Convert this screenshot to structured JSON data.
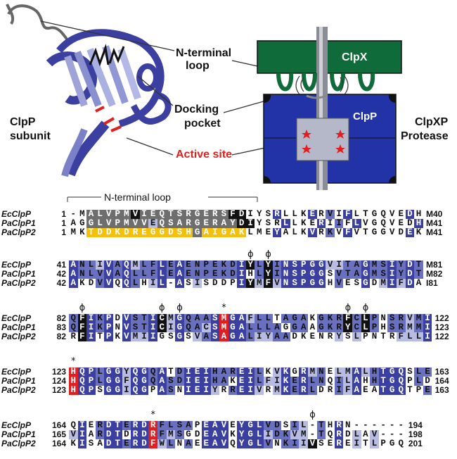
{
  "labels": {
    "nterm_loop": "N-terminal\nloop",
    "clpx": "ClpX",
    "clpp": "ClpP",
    "docking": "Docking\npocket",
    "clpp_subunit": "ClpP\nsubunit",
    "clpxp": "ClpXP\nProtease",
    "active_site": "Active site",
    "nterm_bracket": "N-terminal loop"
  },
  "colors": {
    "protein_blue": "#3a3fa0",
    "clpx_green": "#0f6b3a",
    "clpp_blue": "#2233a8",
    "red_accent": "#e02020",
    "dark_res": "#111111",
    "mid_blue": "#6a70c0",
    "light_blue": "#b8bce2",
    "yellow_res": "#f4c00a",
    "gray_dark": "#6e6e6e",
    "gray_light": "#c8c8c8"
  },
  "alignment": {
    "blocks": [
      {
        "rows": [
          {
            "name": "EcClpP",
            "start": "1",
            "seq": "-MALVPMVIEQTSRGERSFDIYSRLLKERVIFLTGQVEDH",
            "end": "M40",
            "shade": "wwgggggdggggggggggddwwwbwwwbwmwbwwwwwwbw"
          },
          {
            "name": "PaClpP1",
            "start": "1",
            "seq": "AGGLVPMVVEQSARGERAYDIYSRLLKERIIFLVGQVEDH",
            "end": "M41",
            "shade": "wwggggggglgggggggggddwwwbwwwbwmwbwwwwwwbw"
          },
          {
            "name": "PaClpP2",
            "start": "1",
            "seq": "MKTDDKDREGGDSHGAIGAKLMEYALKVRKVFVTGGVDEK",
            "end": "M41",
            "shade": "wwyyyyyyyyyyyygyyyyywwwbwwwbwmwbwwwwwwbw"
          }
        ],
        "markers": []
      },
      {
        "rows": [
          {
            "name": "EcClpP",
            "start": "41",
            "seq": "ANLIVAQMLFLEAENPEKDIYLYINSPGGVITAGMSIYDT",
            "end": "M81"
          },
          {
            "name": "PaClpP1",
            "start": "42",
            "seq": "ANLVVAQLLFLEAENPEKDIHLYINSPGGSVTAGMSIYDT",
            "end": "M82"
          },
          {
            "name": "PaClpP2",
            "start": "42",
            "seq": "AKDVVQQLHIL-ASISDDPIYMFVNSPGGHVESGDMIFDA",
            "end": "I81"
          }
        ],
        "markers": [
          {
            "col": 20,
            "sym": "ϕ"
          },
          {
            "col": 22,
            "sym": "ϕ"
          }
        ]
      },
      {
        "rows": [
          {
            "name": "EcClpP",
            "start": "82",
            "seq": "QFIKPDVSTICMGQAASMGAFLLTAGAKGKRFCLPNSRVMI",
            "end": "122"
          },
          {
            "name": "PaClpP1",
            "start": "83",
            "seq": "QFIKPNVSTICIGQACSMGALLLAGGAAGKRYCLPHSRMMI",
            "end": "123"
          },
          {
            "name": "PaClpP2",
            "start": "82",
            "seq": "RFITPKVMIIGSGSVASAGALIYAADKENRYSLPNTRFLLI",
            "end": "122"
          }
        ],
        "markers": [
          {
            "col": 1,
            "sym": "ϕ"
          },
          {
            "col": 10,
            "sym": "ϕ"
          },
          {
            "col": 12,
            "sym": "ϕ"
          },
          {
            "col": 17,
            "sym": "*"
          },
          {
            "col": 31,
            "sym": "ϕ"
          },
          {
            "col": 33,
            "sym": "ϕ"
          }
        ]
      },
      {
        "rows": [
          {
            "name": "EcClpP",
            "start": "123",
            "seq": "HQPLGGYQGQATDIEIHAREILKVKGRMNELMALHTGQSLE",
            "end": "163"
          },
          {
            "name": "PaClpP1",
            "start": "124",
            "seq": "HQPLGGFQGQASDIEIHAKEILFIKERLNQILAHHTGQPLD",
            "end": "164"
          },
          {
            "name": "PaClpP2",
            "start": "123",
            "seq": "HQPSGGIQGPASNIEIYRREIVRMKERLDRIFAEATGQTPE",
            "end": "163"
          }
        ],
        "markers": [
          {
            "col": 0,
            "sym": "*"
          }
        ]
      },
      {
        "rows": [
          {
            "name": "EcClpP",
            "start": "164",
            "seq": "QIERDTERDRFLSAPEAVEYGLVDSIL-THRN------",
            "end": "194"
          },
          {
            "name": "PaClpP1",
            "start": "165",
            "seq": "VIARDTDRDRFMSGDEAVKYGLIDKVM-TQRDLAV---",
            "end": "198"
          },
          {
            "name": "PaClpP2",
            "start": "164",
            "seq": "KISADTERDFWLNAEEAVQYGLVNKIIVSEREITLPGQ",
            "end": "201"
          }
        ],
        "markers": [
          {
            "col": 9,
            "sym": "*"
          },
          {
            "col": 27,
            "sym": "ϕ"
          }
        ]
      }
    ]
  }
}
